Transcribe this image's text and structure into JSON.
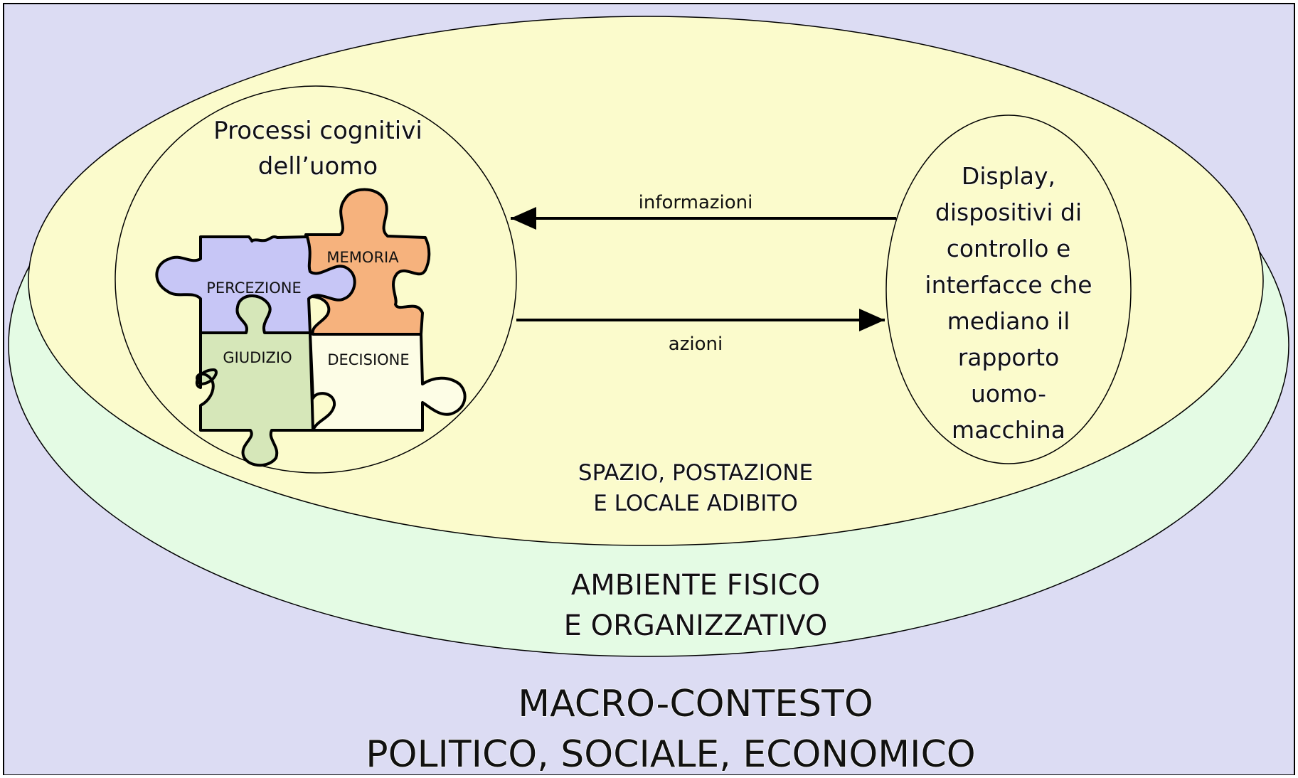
{
  "colors": {
    "macro_bg": "#dcdcf3",
    "environment_fill": "#e4fbe4",
    "workspace_fill": "#fbfbcc",
    "cognitive_fill": "#fbfbcc",
    "display_fill": "#fbfbcc",
    "piece_percezione": "#c7c6f6",
    "piece_memoria": "#f6b27d",
    "piece_giudizio": "#d6e7b9",
    "piece_decisione": "#fdfde6",
    "line": "#000000"
  },
  "cognitive": {
    "title_line1": "Processi cognitivi",
    "title_line2": "dell’uomo"
  },
  "pieces": {
    "percezione": "PERCEZIONE",
    "memoria": "MEMORIA",
    "giudizio": "GIUDIZIO",
    "decisione": "DECISIONE"
  },
  "arrows": {
    "top": "informazioni",
    "bottom": "azioni"
  },
  "display": {
    "lines": [
      "Display,",
      "dispositivi di",
      "controllo e",
      "interfacce che",
      "mediano il",
      "rapporto",
      "uomo-",
      "macchina"
    ]
  },
  "workspace": {
    "line1": "SPAZIO, POSTAZIONE",
    "line2": "E LOCALE ADIBITO"
  },
  "environment": {
    "line1": "AMBIENTE FISICO",
    "line2": "E ORGANIZZATIVO"
  },
  "macro": {
    "line1": "MACRO-CONTESTO",
    "line2": "POLITICO, SOCIALE, ECONOMICO"
  }
}
